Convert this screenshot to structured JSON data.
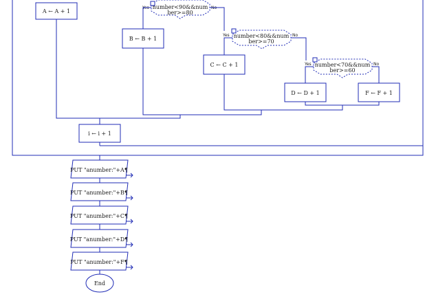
{
  "assignments": {
    "a": "A ← A + 1",
    "b": "B ← B + 1",
    "c": "C ← C + 1",
    "d": "D ← D + 1",
    "f": "F ← F + 1",
    "i": "i ← i + 1"
  },
  "decisions": {
    "d1": {
      "line1": "number<90&&num",
      "line2": "ber>=80",
      "yes": "Yes",
      "no": "No"
    },
    "d2": {
      "line1": "number<80&&num",
      "line2": "ber>=70",
      "yes": "Yes",
      "no": "No"
    },
    "d3": {
      "line1": "number<70&&num",
      "line2": "ber>=60",
      "yes": "Yes",
      "no": "No"
    }
  },
  "outputs": [
    "PUT \"anumber:\"+A¶",
    "PUT \"anumber:\"+B¶",
    "PUT \"anumber:\"+C¶",
    "PUT \"anumber:\"+D¶",
    "PUT \"anumber:\"+F¶"
  ],
  "terminal": "End",
  "colors": {
    "line": "#1f2bb5"
  }
}
